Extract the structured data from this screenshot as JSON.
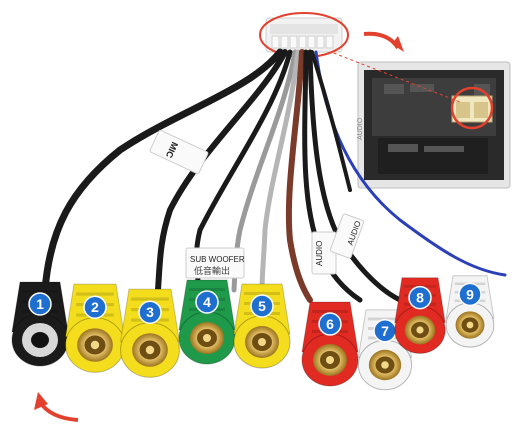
{
  "labels": {
    "mic_tag": "MIC",
    "subwoofer_tag": "SUB WOOFER",
    "audio_tag_1": "AUDIO",
    "audio_tag_2": "AUDIO",
    "photo_tag": "AUDIO"
  },
  "connectors": [
    {
      "number": "1",
      "type": "3.5mm jack",
      "body_color": "#1b1b1b"
    },
    {
      "number": "2",
      "type": "RCA",
      "body_color": "#f3dd1c"
    },
    {
      "number": "3",
      "type": "RCA",
      "body_color": "#f3dd1c"
    },
    {
      "number": "4",
      "type": "RCA",
      "body_color": "#1e9a4a"
    },
    {
      "number": "5",
      "type": "RCA",
      "body_color": "#f3dd1c"
    },
    {
      "number": "6",
      "type": "RCA",
      "body_color": "#e12a22"
    },
    {
      "number": "7",
      "type": "RCA",
      "body_color": "#f4f4f4"
    },
    {
      "number": "8",
      "type": "RCA",
      "body_color": "#e12a22"
    },
    {
      "number": "9",
      "type": "RCA",
      "body_color": "#f4f4f4"
    }
  ],
  "colors": {
    "badge": "#1f6fd1",
    "arrow": "#e2412d",
    "highlight_circle": "#e2412d",
    "cable_black": "#1a1a1a",
    "cable_brown": "#7a3b2b",
    "cable_grey": "#9a9a9a",
    "cable_blue": "#2b3fb8"
  }
}
